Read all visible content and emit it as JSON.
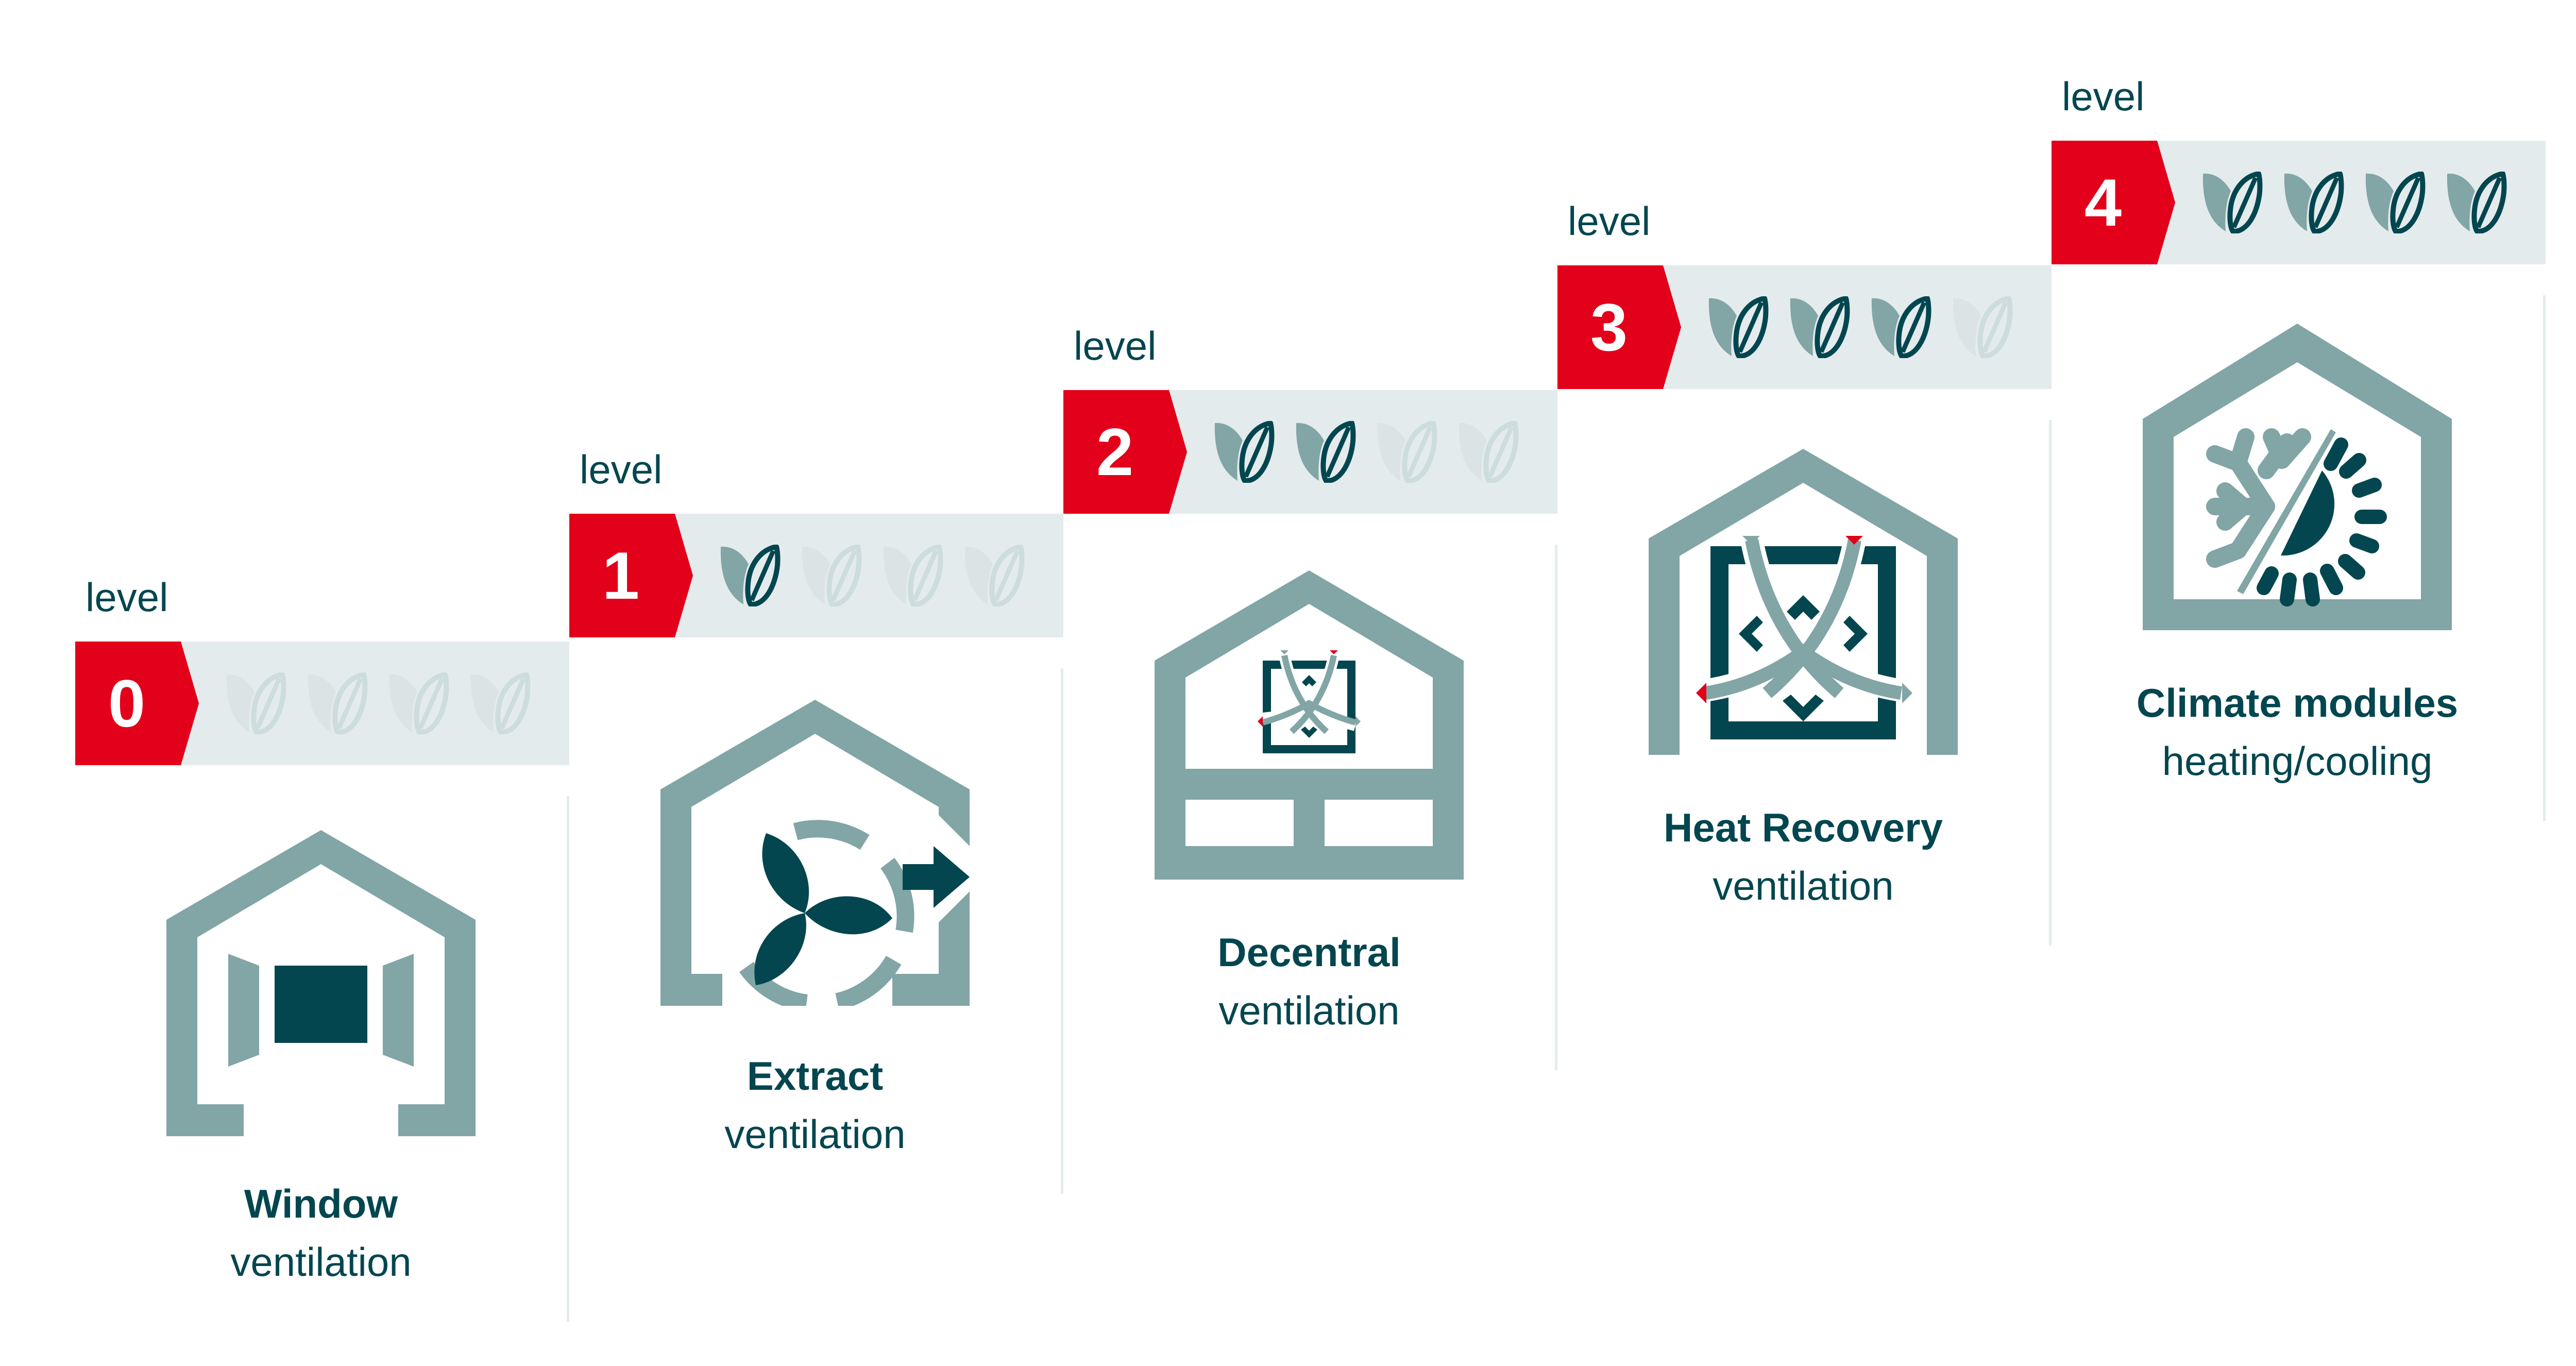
{
  "colors": {
    "accent_red": "#e2001a",
    "dark_teal": "#03464f",
    "muted_teal": "#82a5a6",
    "light_gray": "#e4ebed",
    "leaf_inactive": "#cddcdc"
  },
  "levels": [
    {
      "label": "level",
      "number": "0",
      "active_leaves": 0,
      "total_leaves": 4,
      "title": "Window",
      "subtitle": "ventilation",
      "icon": "window-house-icon"
    },
    {
      "label": "level",
      "number": "1",
      "active_leaves": 1,
      "total_leaves": 4,
      "title": "Extract",
      "subtitle": "ventilation",
      "icon": "fan-house-icon"
    },
    {
      "label": "level",
      "number": "2",
      "active_leaves": 2,
      "total_leaves": 4,
      "title": "Decentral",
      "subtitle": "ventilation",
      "icon": "decentral-unit-house-icon"
    },
    {
      "label": "level",
      "number": "3",
      "active_leaves": 3,
      "total_leaves": 4,
      "title": "Heat Recovery",
      "subtitle": "ventilation",
      "icon": "heat-recovery-house-icon"
    },
    {
      "label": "level",
      "number": "4",
      "active_leaves": 4,
      "total_leaves": 4,
      "title": "Climate modules",
      "subtitle": "heating/cooling",
      "icon": "climate-house-icon"
    }
  ]
}
